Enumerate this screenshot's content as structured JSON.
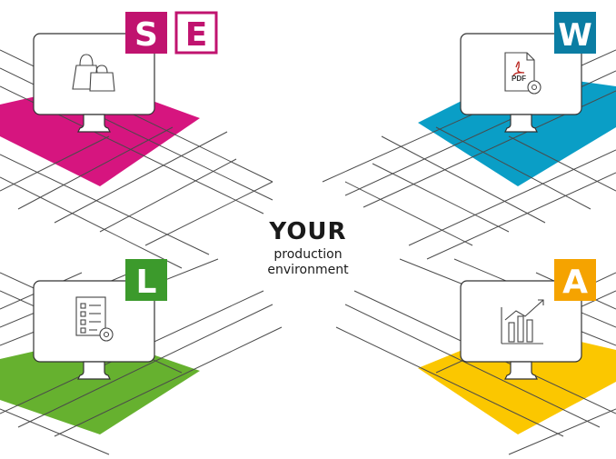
{
  "center": {
    "title": "YOUR",
    "line1": "production",
    "line2": "environment"
  },
  "colors": {
    "magenta": "#d6157f",
    "blue": "#0a9ec6",
    "green": "#66b12f",
    "yellow": "#fbc700",
    "line": "#4a4a4a",
    "ink": "#1a1a1a"
  },
  "badges": {
    "s": {
      "letter": "S",
      "color": "#c0136f",
      "icon": "letter-badge-filled"
    },
    "e": {
      "letter": "E",
      "color": "#c0136f",
      "icon": "letter-badge-outline"
    },
    "w": {
      "letter": "W",
      "color": "#0b7da3",
      "icon": "letter-badge-filled"
    },
    "l": {
      "letter": "L",
      "color": "#3c9a2c",
      "icon": "letter-badge-filled"
    },
    "a": {
      "letter": "A",
      "color": "#f5a300",
      "icon": "letter-badge-filled"
    }
  },
  "monitors": {
    "top_left": {
      "icon": "shopping-bags-icon"
    },
    "top_right": {
      "icon": "pdf-document-gear-icon",
      "pdf_label": "PDF"
    },
    "bottom_left": {
      "icon": "checklist-gear-icon"
    },
    "bottom_right": {
      "icon": "bar-chart-growth-icon"
    }
  }
}
